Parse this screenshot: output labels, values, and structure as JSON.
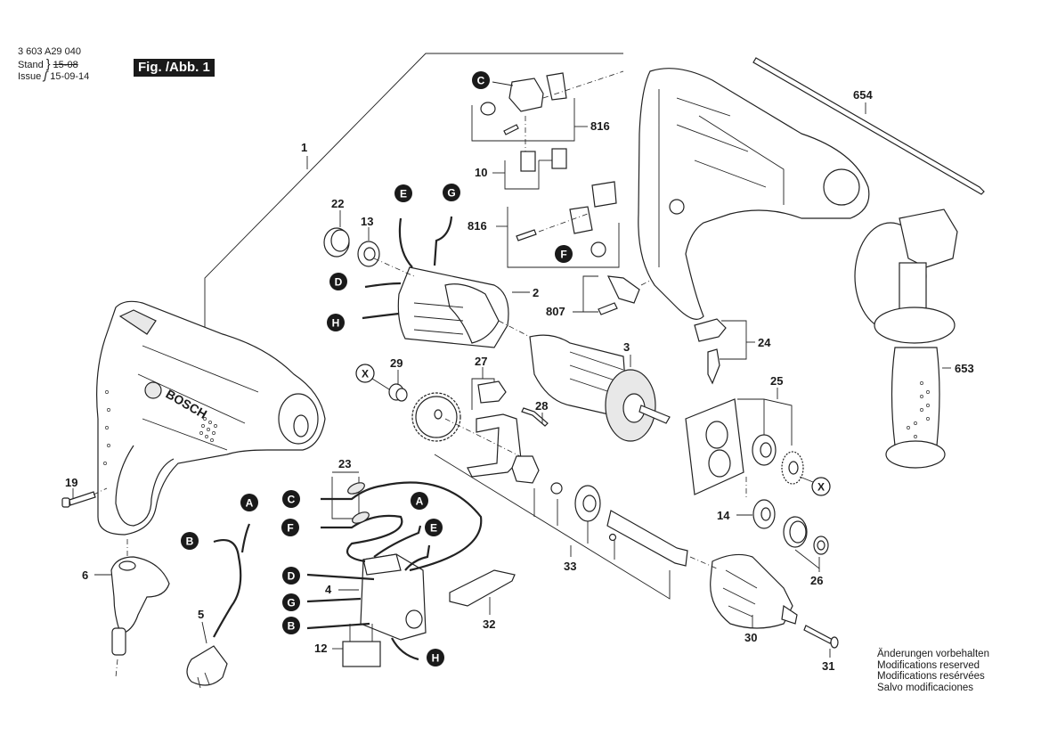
{
  "header": {
    "doc_number": "3 603 A29 040",
    "stand_label": "Stand",
    "stand_value_struck": "15-08",
    "issue_label": "Issue",
    "issue_value": "15-09-14",
    "figure_label": "Fig. /Abb. 1"
  },
  "notice": {
    "lines": [
      "Änderungen vorbehalten",
      "Modifications reserved",
      "Modifications resérvées",
      "Salvo modificaciones"
    ]
  },
  "brand_on_housing": "BOSCH",
  "part_labels": {
    "p1": "1",
    "p2": "2",
    "p3": "3",
    "p4": "4",
    "p5": "5",
    "p6": "6",
    "p10": "10",
    "p12": "12",
    "p13": "13",
    "p14": "14",
    "p19": "19",
    "p22": "22",
    "p23": "23",
    "p24": "24",
    "p25": "25",
    "p26": "26",
    "p27": "27",
    "p28": "28",
    "p29": "29",
    "p30": "30",
    "p31": "31",
    "p32": "32",
    "p33": "33",
    "p653": "653",
    "p654": "654",
    "p807": "807",
    "p816a": "816",
    "p816b": "816"
  },
  "connector_markers": {
    "A1": "A",
    "A2": "A",
    "B1": "B",
    "B2": "B",
    "C1": "C",
    "C2": "C",
    "D1": "D",
    "D2": "D",
    "E1": "E",
    "E2": "E",
    "F1": "F",
    "F2": "F",
    "G1": "G",
    "G2": "G",
    "H1": "H",
    "H2": "H",
    "X1": "X",
    "X2": "X"
  }
}
